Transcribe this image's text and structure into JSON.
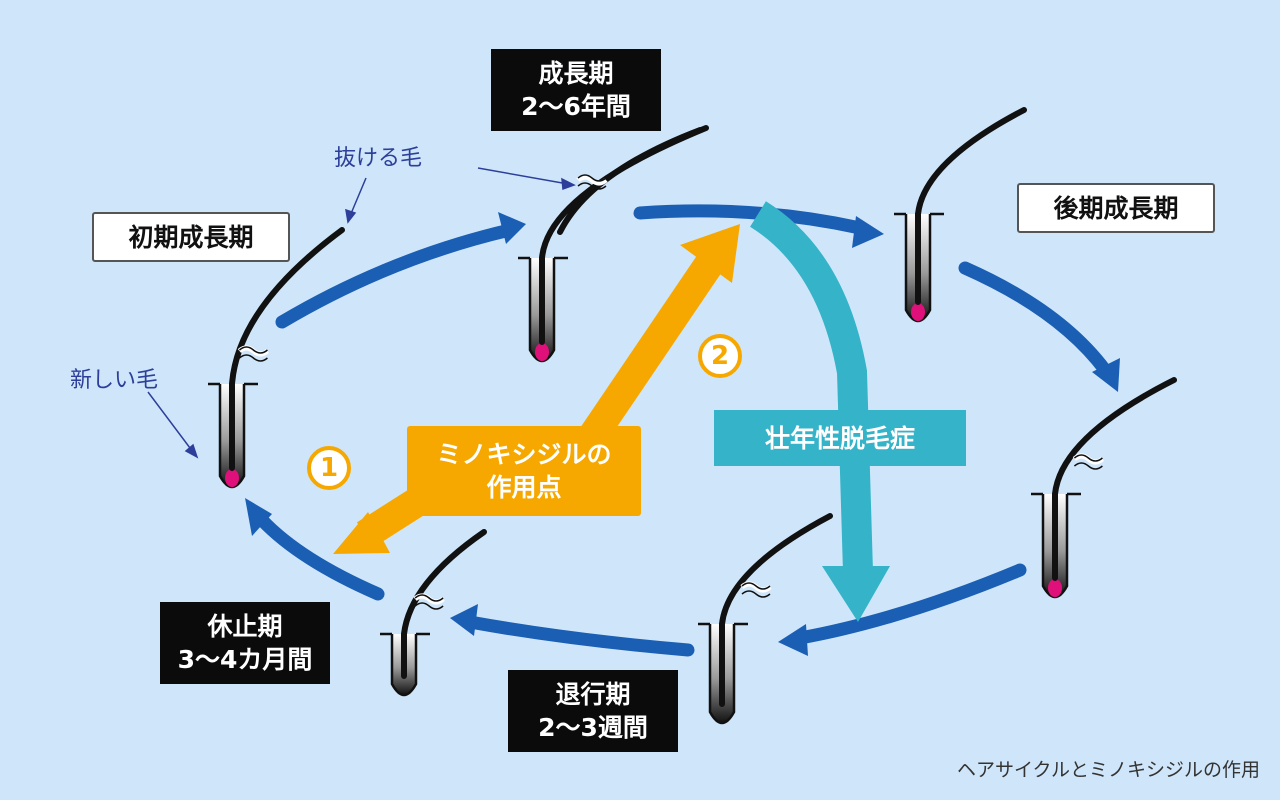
{
  "colors": {
    "background": "#cfe6fa",
    "cycle_arrow": "#1a5fb4",
    "minoxidil": "#f6a800",
    "aga": "#35b3c8",
    "hair": "#111111",
    "bulb": "#e0107a",
    "label_dark_bg": "#0b0b0b",
    "note_text": "#2d3f9a"
  },
  "stages": {
    "growth": {
      "line1": "成長期",
      "line2": "2〜6年間"
    },
    "late_growth": {
      "line1": "後期成長期"
    },
    "early_growth": {
      "line1": "初期成長期"
    },
    "catagen": {
      "line1": "退行期",
      "line2": "2〜3週間"
    },
    "telogen": {
      "line1": "休止期",
      "line2": "3〜4カ月間"
    }
  },
  "annotations": {
    "shedding_hair": "抜ける毛",
    "new_hair": "新しい毛"
  },
  "minoxidil": {
    "label_line1": "ミノキシジルの",
    "label_line2": "作用点",
    "marker_1": "1",
    "marker_2": "2"
  },
  "aga": {
    "label": "壮年性脱毛症"
  },
  "caption": "ヘアサイクルとミノキシジルの作用"
}
